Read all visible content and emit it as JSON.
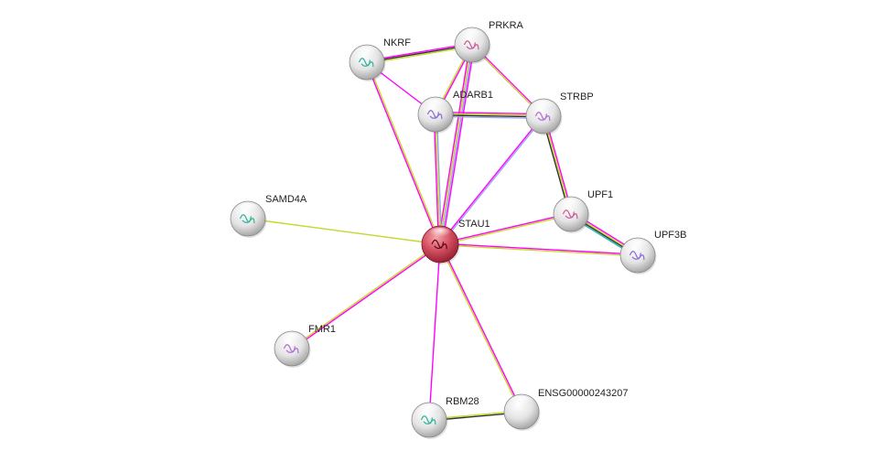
{
  "network": {
    "nodes": [
      {
        "id": "STAU1",
        "label": "STAU1",
        "query": true,
        "icon": "protein-structure-icon"
      },
      {
        "id": "NKRF",
        "label": "NKRF",
        "query": false,
        "icon": "protein-structure-icon"
      },
      {
        "id": "PRKRA",
        "label": "PRKRA",
        "query": false,
        "icon": "protein-structure-icon"
      },
      {
        "id": "ADARB1",
        "label": "ADARB1",
        "query": false,
        "icon": "protein-structure-icon"
      },
      {
        "id": "STRBP",
        "label": "STRBP",
        "query": false,
        "icon": "protein-structure-icon"
      },
      {
        "id": "SAMD4A",
        "label": "SAMD4A",
        "query": false,
        "icon": "protein-structure-icon"
      },
      {
        "id": "UPF1",
        "label": "UPF1",
        "query": false,
        "icon": "protein-structure-icon"
      },
      {
        "id": "UPF3B",
        "label": "UPF3B",
        "query": false,
        "icon": "protein-structure-icon"
      },
      {
        "id": "FMR1",
        "label": "FMR1",
        "query": false,
        "icon": "protein-structure-icon"
      },
      {
        "id": "RBM28",
        "label": "RBM28",
        "query": false,
        "icon": "protein-structure-icon"
      },
      {
        "id": "ENSG00000243207",
        "label": "ENSG00000243207",
        "query": false,
        "icon": "empty-node-icon"
      }
    ],
    "edges": [
      {
        "source": "STAU1",
        "target": "NKRF",
        "evidence": [
          "#ff00ff",
          "#c6d82b"
        ]
      },
      {
        "source": "STAU1",
        "target": "PRKRA",
        "evidence": [
          "#ff00ff",
          "#c6d82b",
          "#9ba8f2",
          "#ff00ff"
        ]
      },
      {
        "source": "STAU1",
        "target": "ADARB1",
        "evidence": [
          "#ff00ff",
          "#c6d82b",
          "#9ba8f2"
        ]
      },
      {
        "source": "STAU1",
        "target": "STRBP",
        "evidence": [
          "#ff00ff",
          "#9ba8f2"
        ]
      },
      {
        "source": "STAU1",
        "target": "SAMD4A",
        "evidence": [
          "#c6d82b"
        ]
      },
      {
        "source": "STAU1",
        "target": "UPF1",
        "evidence": [
          "#ff00ff",
          "#c6d82b"
        ]
      },
      {
        "source": "STAU1",
        "target": "UPF3B",
        "evidence": [
          "#ff00ff",
          "#c6d82b"
        ]
      },
      {
        "source": "STAU1",
        "target": "FMR1",
        "evidence": [
          "#ff00ff",
          "#c6d82b"
        ]
      },
      {
        "source": "STAU1",
        "target": "RBM28",
        "evidence": [
          "#ff00ff"
        ]
      },
      {
        "source": "STAU1",
        "target": "ENSG00000243207",
        "evidence": [
          "#ff00ff",
          "#c6d82b"
        ]
      },
      {
        "source": "NKRF",
        "target": "PRKRA",
        "evidence": [
          "#ff00ff",
          "#333333",
          "#c6d82b"
        ]
      },
      {
        "source": "NKRF",
        "target": "ADARB1",
        "evidence": [
          "#ff00ff"
        ]
      },
      {
        "source": "PRKRA",
        "target": "ADARB1",
        "evidence": [
          "#ff00ff",
          "#c6d82b"
        ]
      },
      {
        "source": "PRKRA",
        "target": "STRBP",
        "evidence": [
          "#ff00ff",
          "#c6d82b"
        ]
      },
      {
        "source": "ADARB1",
        "target": "STRBP",
        "evidence": [
          "#ff00ff",
          "#c6d82b",
          "#333333",
          "#9ba8f2"
        ]
      },
      {
        "source": "STRBP",
        "target": "UPF1",
        "evidence": [
          "#ff00ff",
          "#c6d82b",
          "#333333"
        ]
      },
      {
        "source": "UPF1",
        "target": "UPF3B",
        "evidence": [
          "#ff00ff",
          "#c6d82b",
          "#333333",
          "#1fb5b5"
        ]
      },
      {
        "source": "RBM28",
        "target": "ENSG00000243207",
        "evidence": [
          "#c6d82b",
          "#333333"
        ]
      }
    ]
  }
}
